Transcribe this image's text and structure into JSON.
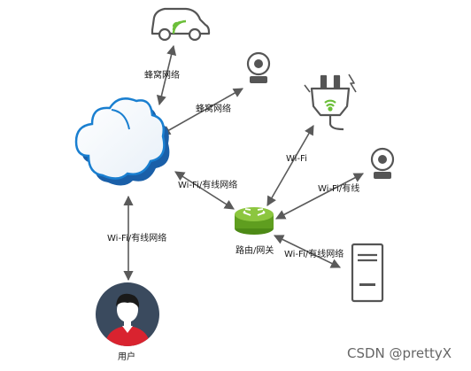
{
  "links": {
    "car_cellular": "蜂窝网络",
    "camera_top_cellular": "蜂窝网络",
    "cloud_router": "Wi-Fi/有线网络",
    "cloud_user": "Wi-Fi/有线网络",
    "router_plug": "Wi-Fi",
    "router_camera_right": "Wi-Fi/有线",
    "router_server": "Wi-Fi/有线网络"
  },
  "nodes": {
    "router": "路由/网关",
    "user": "用户"
  },
  "watermark": "CSDN @prettyX",
  "colors": {
    "cloud_blue": "#1a7fd0",
    "router_green": "#76b82a",
    "wifi_green": "#6cbf3a",
    "user_bg": "#3a4a5e",
    "user_shirt": "#d9232f",
    "arrow": "#5a5a5a",
    "device_gray": "#555555"
  }
}
